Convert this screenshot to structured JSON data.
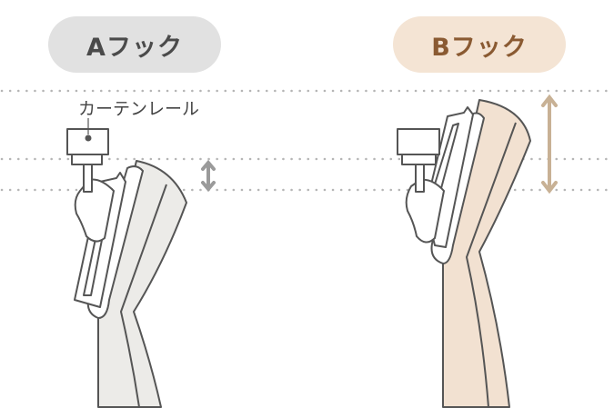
{
  "hooks": {
    "a": {
      "label": "Aフック"
    },
    "b": {
      "label": "Bフック"
    }
  },
  "rail_label": "カーテンレール",
  "colors": {
    "fabric_a": "#ecebe8",
    "fabric_b": "#f2e1d1",
    "arrow_a": "#9a9a9a",
    "arrow_b": "#c8b195",
    "outline": "#555555",
    "guide": "#b5b5b5"
  }
}
